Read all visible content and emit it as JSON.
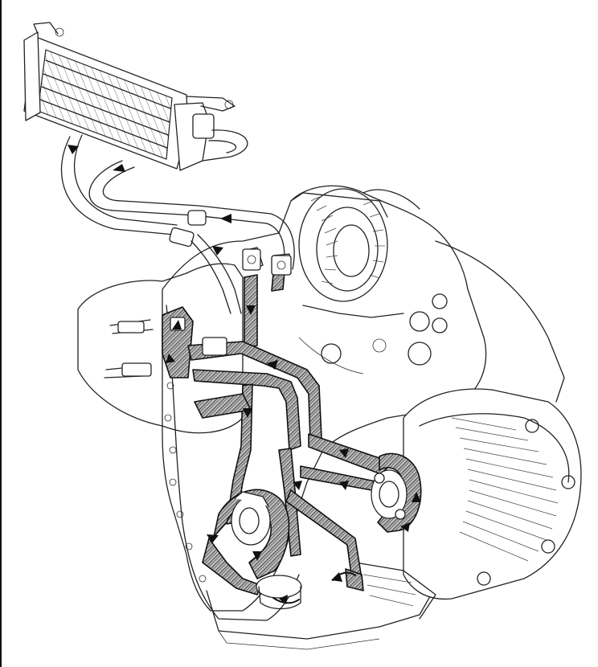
{
  "figure": {
    "ink_color": "#111111",
    "paper_color": "#ffffff",
    "oil_circuit_fill": "crosshatch",
    "components": [
      "oil-cooler",
      "cooler-hoses",
      "engine-block",
      "alternator",
      "cylinder-head",
      "oil-lines",
      "oil-filter",
      "oil-pump",
      "flow-arrows"
    ]
  }
}
